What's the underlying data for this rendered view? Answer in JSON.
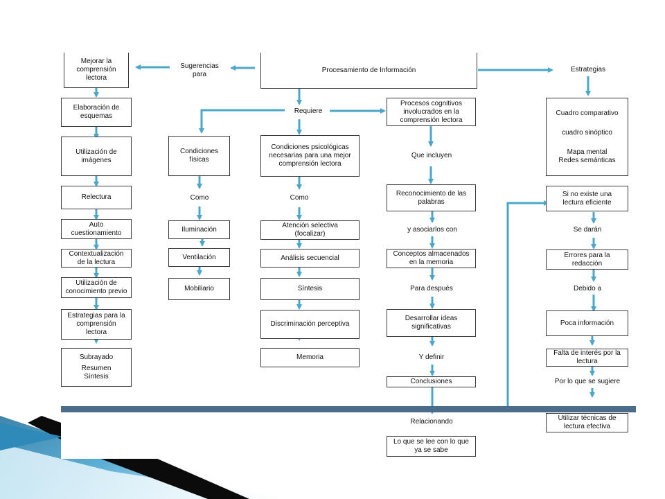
{
  "colors": {
    "arrow": "#4aa7c9",
    "divider": "#4c6c8c",
    "ribbon_dark": "#0b0b0b",
    "ribbon_blue": "#2e8ab8"
  },
  "top": {
    "main": "Procesamiento de Información",
    "sugerencias": "Sugerencias\npara",
    "mejorar": "Mejorar la\ncomprensión\nlectora",
    "estrategias": "Estrategias",
    "requiere": "Requiere"
  },
  "left_column": [
    "Elaboración de\nesquemas",
    "Utilización de\nimágenes",
    "Relectura",
    "Auto\ncuestionamiento",
    "Contextualización\nde la lectura",
    "Utilización de\nconocimiento previo",
    "Estrategias para la\ncomprensión\nlectora"
  ],
  "left_final": [
    "Subrayado",
    "Resumen",
    "Síntesis"
  ],
  "fisicas": {
    "title": "Condiciones\nfísicas",
    "connector": "Como",
    "items": [
      "Iluminación",
      "Ventilación",
      "Mobiliario"
    ]
  },
  "psicologicas": {
    "title": "Condiciones psicológicas\nnecesarias para una mejor\ncomprensión lectora",
    "connector": "Como",
    "items": [
      "Atención selectiva\n(focalizar)",
      "Análisis secuencial",
      "Síntesis",
      "Discriminación perceptiva",
      "Memoria"
    ]
  },
  "procesos": {
    "title": "Procesos cognitivos\ninvolucrados en la\ncomprensión lectora",
    "c1": "Que incluyen",
    "b1": "Reconocimiento de las\npalabras",
    "c2": "y asociarlos con",
    "b2": "Conceptos almacenados\nen la memoria",
    "c3": "Para después",
    "b3": "Desarrollar ideas\nsignificativas",
    "c4": "Y definir",
    "b4": "Conclusiones",
    "c5": "Relacionando",
    "b5": "Lo que se lee con lo que\nya se sabe"
  },
  "estrategias_box": [
    "Cuadro comparativo",
    "cuadro sinóptico",
    "Mapa mental\nRedes semánticas"
  ],
  "right_chain": {
    "b1": "Si no existe una\nlectura eficiente",
    "c1": "Se darán",
    "b2": "Errores para la\nredacción",
    "c2": "Debido a",
    "b3": "Poca información",
    "b4": "Falta de interés por la\nlectura",
    "c3": "Por lo que se sugiere",
    "b5": "Utilizar técnicas de\nlectura efectiva"
  }
}
